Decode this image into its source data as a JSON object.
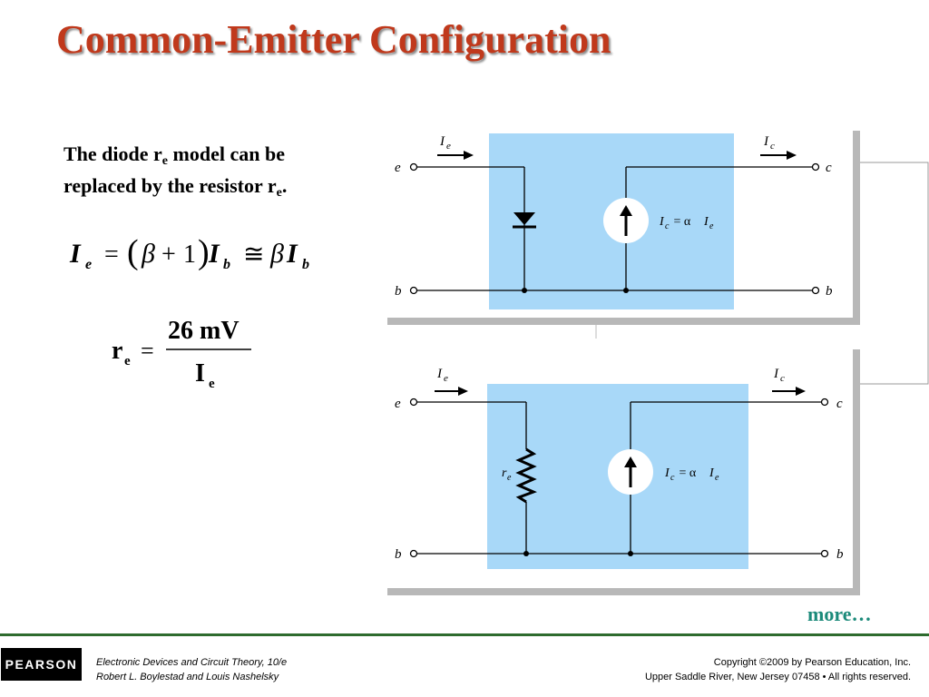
{
  "slide": {
    "title": "Common-Emitter Configuration",
    "description": {
      "line1_a": "The diode r",
      "line1_sub": "e",
      "line1_b": " model can be",
      "line2_a": "replaced by the resistor r",
      "line2_sub": "e",
      "line2_b": "."
    },
    "equation1": {
      "I": "I",
      "e": "e",
      "eq": "=",
      "lp": "(",
      "beta": "β",
      "plus": "+",
      "one": "1",
      "rp": ")",
      "b": "b",
      "approx": "≅"
    },
    "equation2": {
      "r": "r",
      "sub_e": "e",
      "eq": "=",
      "numerator": "26 mV",
      "I": "I"
    },
    "more_link": "more…"
  },
  "figure_top": {
    "Ie": "I",
    "Ie_sub": "e",
    "Ic": "I",
    "Ic_sub": "c",
    "terminal_e": "e",
    "terminal_c": "c",
    "terminal_b_left": "b",
    "terminal_b_right": "b",
    "source_label_I": "I",
    "source_label_c": "c",
    "source_label_eq": " = α ",
    "source_label_I2": "I",
    "source_label_e": "e"
  },
  "figure_bottom": {
    "Ie": "I",
    "Ie_sub": "e",
    "Ic": "I",
    "Ic_sub": "c",
    "terminal_e": "e",
    "terminal_c": "c",
    "terminal_b_left": "b",
    "terminal_b_right": "b",
    "resistor_r": "r",
    "resistor_sub": "e",
    "source_label_I": "I",
    "source_label_c": "c",
    "source_label_eq": " = α ",
    "source_label_I2": "I",
    "source_label_e": "e"
  },
  "footer": {
    "logo": "PEARSON",
    "book_line1": "Electronic Devices and Circuit Theory, 10/e",
    "book_line2": "Robert L. Boylestad and Louis Nashelsky",
    "copyright_line1": "Copyright ©2009 by Pearson Education, Inc.",
    "copyright_line2": "Upper Saddle River, New Jersey 07458 • All rights reserved."
  },
  "colors": {
    "title": "#c0391c",
    "panel_fill": "#a8d8f8",
    "link": "#1b8a7a",
    "footer_rule": "#2e6b2e"
  },
  "icons": [
    "current-arrow-icon",
    "diode-icon",
    "current-source-icon",
    "resistor-icon",
    "terminal-circle-icon"
  ]
}
